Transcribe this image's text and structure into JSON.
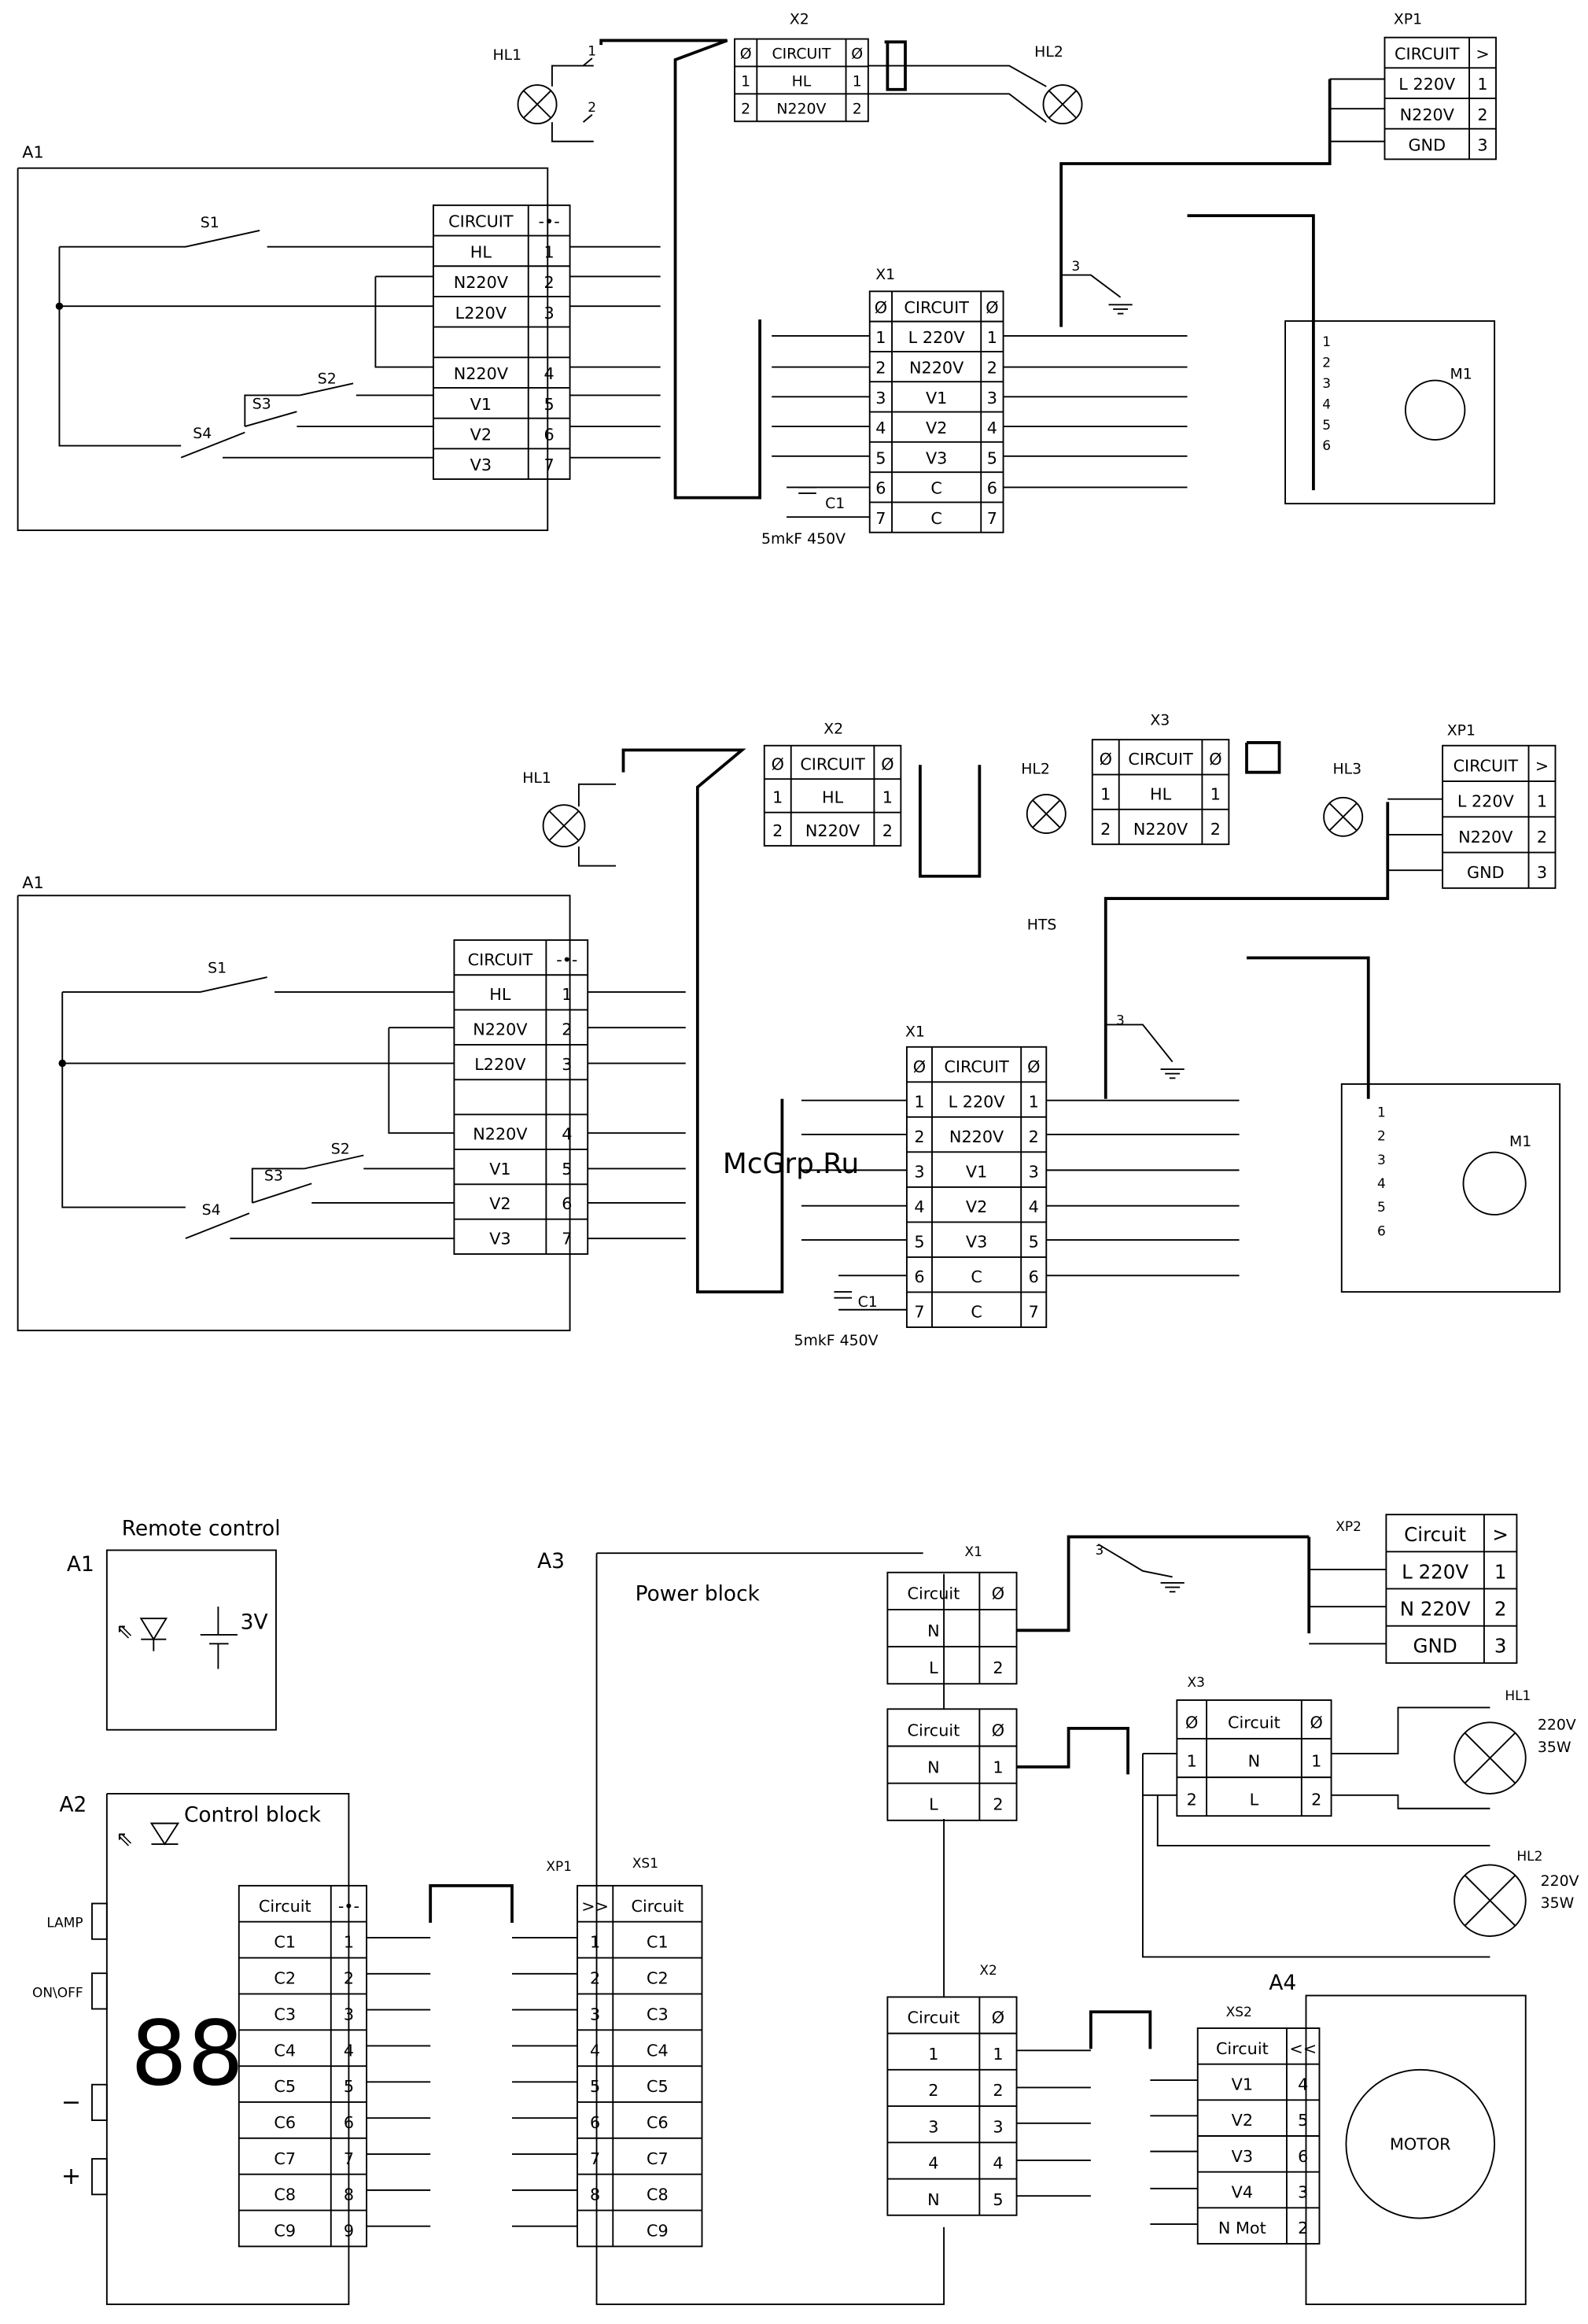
{
  "watermark": "McGrp.Ru",
  "diagram1": {
    "x2": {
      "title": "X2",
      "h_left": "Ø",
      "h_mid": "CIRCUIT",
      "h_right": "Ø",
      "rows": [
        [
          "1",
          "HL",
          "1"
        ],
        [
          "2",
          "N220V",
          "2"
        ]
      ]
    },
    "xp1": {
      "title": "XP1",
      "h1": "CIRCUIT",
      "h2": ">",
      "rows": [
        [
          "L 220V",
          "1"
        ],
        [
          "N220V",
          "2"
        ],
        [
          "GND",
          "3"
        ]
      ]
    },
    "a1": {
      "title": "A1",
      "h1": "CIRCUIT",
      "h2": "-•-",
      "rows": [
        [
          "HL",
          "1"
        ],
        [
          "N220V",
          "2"
        ],
        [
          "L220V",
          "3"
        ],
        [
          "",
          ""
        ],
        [
          "N220V",
          "4"
        ],
        [
          "V1",
          "5"
        ],
        [
          "V2",
          "6"
        ],
        [
          "V3",
          "7"
        ]
      ]
    },
    "x1": {
      "title": "X1",
      "h_left": "Ø",
      "h_mid": "CIRCUIT",
      "h_right": "Ø",
      "rows": [
        [
          "1",
          "L 220V",
          "1"
        ],
        [
          "2",
          "N220V",
          "2"
        ],
        [
          "3",
          "V1",
          "3"
        ],
        [
          "4",
          "V2",
          "4"
        ],
        [
          "5",
          "V3",
          "5"
        ],
        [
          "6",
          "C",
          "6"
        ],
        [
          "7",
          "C",
          "7"
        ]
      ]
    },
    "labels": {
      "hl1": "HL1",
      "hl2": "HL2",
      "s1": "S1",
      "s2": "S2",
      "s3": "S3",
      "s4": "S4",
      "c1": "C1",
      "cap": "5mkF 450V",
      "m1": "M1"
    }
  },
  "diagram2": {
    "x2": {
      "title": "X2",
      "h_left": "Ø",
      "h_mid": "CIRCUIT",
      "h_right": "Ø",
      "rows": [
        [
          "1",
          "HL",
          "1"
        ],
        [
          "2",
          "N220V",
          "2"
        ]
      ]
    },
    "x3": {
      "title": "X3",
      "h_left": "Ø",
      "h_mid": "CIRCUIT",
      "h_right": "Ø",
      "rows": [
        [
          "1",
          "HL",
          "1"
        ],
        [
          "2",
          "N220V",
          "2"
        ]
      ]
    },
    "xp1": {
      "title": "XP1",
      "h1": "CIRCUIT",
      "h2": ">",
      "rows": [
        [
          "L 220V",
          "1"
        ],
        [
          "N220V",
          "2"
        ],
        [
          "GND",
          "3"
        ]
      ]
    },
    "a1": {
      "title": "A1",
      "h1": "CIRCUIT",
      "h2": "-•-",
      "rows": [
        [
          "HL",
          "1"
        ],
        [
          "N220V",
          "2"
        ],
        [
          "L220V",
          "3"
        ],
        [
          "",
          ""
        ],
        [
          "N220V",
          "4"
        ],
        [
          "V1",
          "5"
        ],
        [
          "V2",
          "6"
        ],
        [
          "V3",
          "7"
        ]
      ]
    },
    "x1": {
      "title": "X1",
      "h_left": "Ø",
      "h_mid": "CIRCUIT",
      "h_right": "Ø",
      "rows": [
        [
          "1",
          "L 220V",
          "1"
        ],
        [
          "2",
          "N220V",
          "2"
        ],
        [
          "3",
          "V1",
          "3"
        ],
        [
          "4",
          "V2",
          "4"
        ],
        [
          "5",
          "V3",
          "5"
        ],
        [
          "6",
          "C",
          "6"
        ],
        [
          "7",
          "C",
          "7"
        ]
      ]
    },
    "labels": {
      "hl1": "HL1",
      "hl2": "HL2",
      "hl3": "HL3",
      "hts": "HTS",
      "s1": "S1",
      "s2": "S2",
      "s3": "S3",
      "s4": "S4",
      "c1": "C1",
      "cap": "5mkF 450V",
      "m1": "M1"
    }
  },
  "diagram3": {
    "a1": {
      "title": "A1",
      "caption": "Remote control",
      "battery": "3V"
    },
    "a2": {
      "title": "A2",
      "caption": "Control block",
      "display": "88",
      "buttons": [
        "LAMP",
        "ON\\OFF",
        "−",
        "+"
      ],
      "h1": "Circuit",
      "h2": "-•-",
      "rows": [
        [
          "C1",
          "1"
        ],
        [
          "C2",
          "2"
        ],
        [
          "C3",
          "3"
        ],
        [
          "C4",
          "4"
        ],
        [
          "C5",
          "5"
        ],
        [
          "C6",
          "6"
        ],
        [
          "C7",
          "7"
        ],
        [
          "C8",
          "8"
        ],
        [
          "C9",
          "9"
        ]
      ]
    },
    "a3": {
      "title": "A3",
      "caption": "Power block"
    },
    "xp1": {
      "title": "XP1"
    },
    "xs1": {
      "title": "XS1",
      "h1": ">>",
      "h2": "Circuit",
      "rows": [
        [
          "1",
          "C1"
        ],
        [
          "2",
          "C2"
        ],
        [
          "3",
          "C3"
        ],
        [
          "4",
          "C4"
        ],
        [
          "5",
          "C5"
        ],
        [
          "6",
          "C6"
        ],
        [
          "7",
          "C7"
        ],
        [
          "8",
          "C8"
        ],
        [
          "",
          "C9"
        ]
      ]
    },
    "x1": {
      "title": "X1",
      "h1": "Circuit",
      "h2": "Ø",
      "rows": [
        [
          "N",
          ""
        ],
        [
          "L",
          "2"
        ]
      ]
    },
    "xp2": {
      "title": "XP2",
      "h1": "Circuit",
      "h2": ">",
      "rows": [
        [
          "L 220V",
          "1"
        ],
        [
          "N 220V",
          "2"
        ],
        [
          "GND",
          "3"
        ]
      ]
    },
    "x3": {
      "title": "X3",
      "h_left": "Ø",
      "h_mid": "Circuit",
      "h_right": "Ø",
      "rows": [
        [
          "1",
          "N",
          "1"
        ],
        [
          "2",
          "L",
          "2"
        ]
      ]
    },
    "x_mid": {
      "h1": "Circuit",
      "h2": "Ø",
      "rows": [
        [
          "N",
          "1"
        ],
        [
          "L",
          "2"
        ]
      ]
    },
    "x2": {
      "title": "X2",
      "h1": "Circuit",
      "h2": "Ø",
      "rows": [
        [
          "1",
          "1"
        ],
        [
          "2",
          "2"
        ],
        [
          "3",
          "3"
        ],
        [
          "4",
          "4"
        ],
        [
          "N",
          "5"
        ]
      ]
    },
    "xs2": {
      "title": "XS2",
      "h1": "Circuit",
      "h2": "<<",
      "rows": [
        [
          "V1",
          "4"
        ],
        [
          "V2",
          "5"
        ],
        [
          "V3",
          "6"
        ],
        [
          "V4",
          "3"
        ],
        [
          "N Mot",
          "2"
        ]
      ]
    },
    "a4": {
      "title": "A4",
      "motor": "MOTOR"
    },
    "hl1": {
      "name": "HL1",
      "v": "220V",
      "w": "35W"
    },
    "hl2": {
      "name": "HL2",
      "v": "220V",
      "w": "35W"
    }
  }
}
